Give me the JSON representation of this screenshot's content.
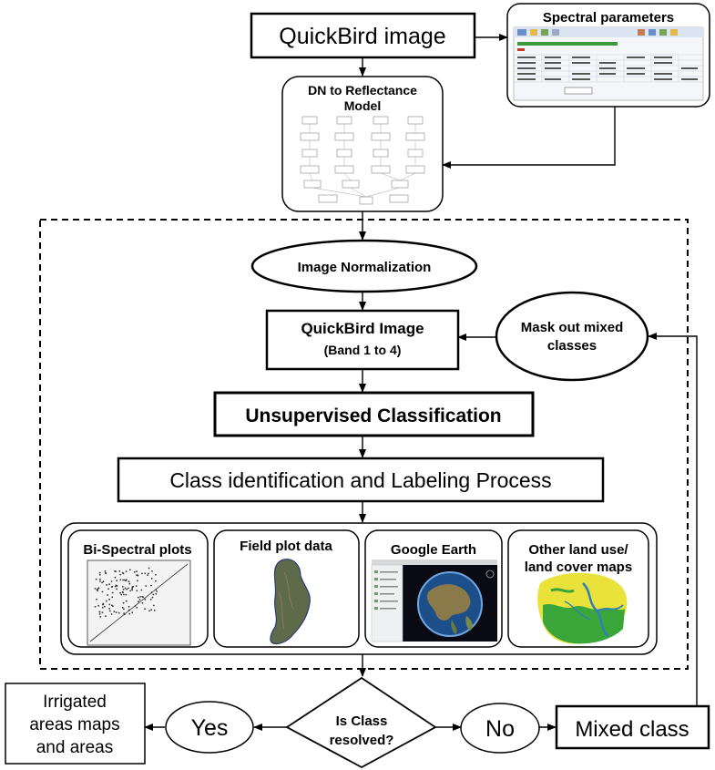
{
  "nodes": {
    "quickbird_image": "QuickBird image",
    "spectral_parameters": "Spectral parameters",
    "dn_model_line1": "DN to Reflectance",
    "dn_model_line2": "Model",
    "image_normalization": "Image Normalization",
    "qb_bands_line1": "QuickBird Image",
    "qb_bands_line2": "(Band 1 to 4)",
    "mask_line1": "Mask out mixed",
    "mask_line2": "classes",
    "unsupervised": "Unsupervised Classification",
    "class_id": "Class identification and Labeling Process",
    "decision_line1": "Is Class",
    "decision_line2": "resolved?",
    "yes": "Yes",
    "no": "No",
    "mixed_class": "Mixed class",
    "output_line1": "Irrigated",
    "output_line2": "areas maps",
    "output_line3": "and areas"
  },
  "panels": {
    "bispectral": "Bi-Spectral plots",
    "field_plot": "Field plot data",
    "google_earth": "Google Earth",
    "other_maps_line1": "Other land use/",
    "other_maps_line2": "land cover maps"
  },
  "colors": {
    "line": "#000000",
    "satellite_green": "#3a7d2a",
    "land_yellow": "#e8e23a",
    "water_blue": "#2f7fb8"
  }
}
